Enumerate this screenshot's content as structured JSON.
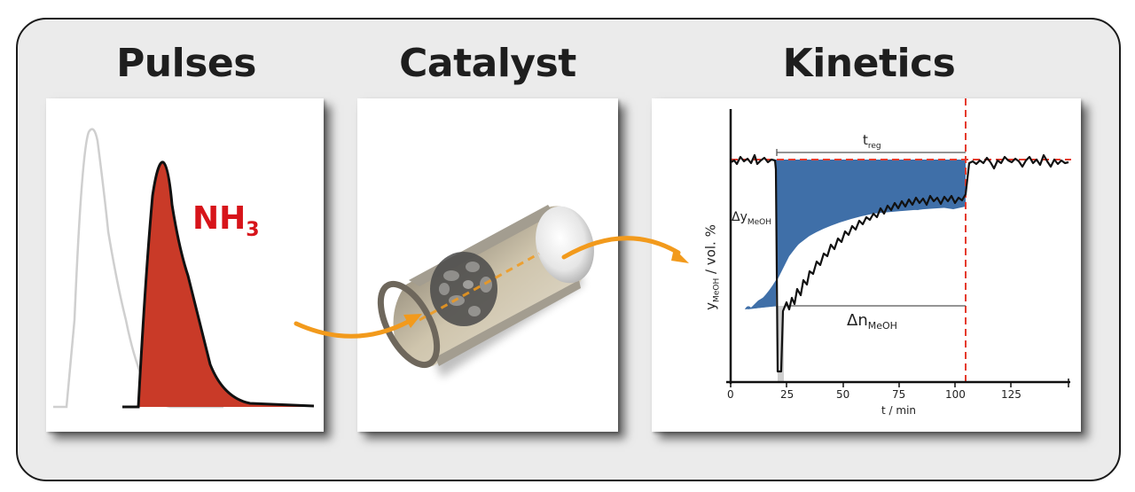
{
  "titles": {
    "pulses": "Pulses",
    "catalyst": "Catalyst",
    "kinetics": "Kinetics"
  },
  "pulses_panel": {
    "species_label": "NH",
    "species_subscript": "3",
    "colors": {
      "reference_pulse": "#cfcfcf",
      "nh3_fill": "#c93a28",
      "nh3_outline": "#111111",
      "label": "#d7141a"
    }
  },
  "catalyst_panel": {
    "description": "cut-away tube reactor packed with catalyst pellets, dashed flow line through bed",
    "colors": {
      "tube": "#8e877a",
      "tube_inner": "#c9bfa8",
      "pellets": "#555555",
      "flow_line": "#f29a1c"
    }
  },
  "arrows": {
    "color": "#f29a1c",
    "items": [
      {
        "from": "pulses",
        "to": "catalyst"
      },
      {
        "from": "catalyst",
        "to": "kinetics"
      }
    ]
  },
  "kinetics_panel": {
    "y_axis_label": "y",
    "y_axis_label_sub": "MeOH",
    "y_axis_label_rest": " / vol. %",
    "x_axis_label": "t / min",
    "annotation_treg": "t",
    "annotation_treg_sub": "reg",
    "annotation_dy": "Δy",
    "annotation_dy_sub": "MeOH",
    "annotation_dn": "Δn",
    "annotation_dn_sub": "MeOH",
    "x_ticks": [
      "0",
      "25",
      "50",
      "75",
      "100",
      "125"
    ],
    "colors": {
      "fill": "#3f6fa8",
      "signal": "#111111",
      "guide": "#e53b2c"
    }
  },
  "chart_data": {
    "type": "line",
    "title": "Kinetics",
    "xlabel": "t / min",
    "ylabel": "y_MeOH / vol. %",
    "x_ticks": [
      0,
      25,
      50,
      75,
      100,
      125
    ],
    "xlim": [
      0,
      150
    ],
    "grid": false,
    "annotations": [
      {
        "text": "t_reg",
        "type": "bracket",
        "x_range": [
          20,
          105
        ]
      },
      {
        "text": "Δy_MeOH",
        "type": "label",
        "x": 0
      },
      {
        "text": "Δn_MeOH",
        "type": "bracket",
        "x_range": [
          24,
          105
        ]
      }
    ],
    "guides": {
      "baseline_horizontal": "dashed red at steady-state level",
      "vertical_x": 105
    },
    "series": [
      {
        "name": "y_MeOH signal",
        "x": [
          0,
          10,
          20,
          21,
          23,
          24,
          30,
          40,
          50,
          60,
          70,
          80,
          90,
          100,
          105,
          115,
          125,
          140,
          150
        ],
        "values": [
          1.0,
          1.0,
          1.0,
          0.0,
          0.0,
          0.37,
          0.5,
          0.66,
          0.76,
          0.84,
          0.89,
          0.93,
          0.95,
          0.97,
          1.0,
          1.0,
          1.0,
          1.0,
          1.0
        ]
      }
    ]
  }
}
